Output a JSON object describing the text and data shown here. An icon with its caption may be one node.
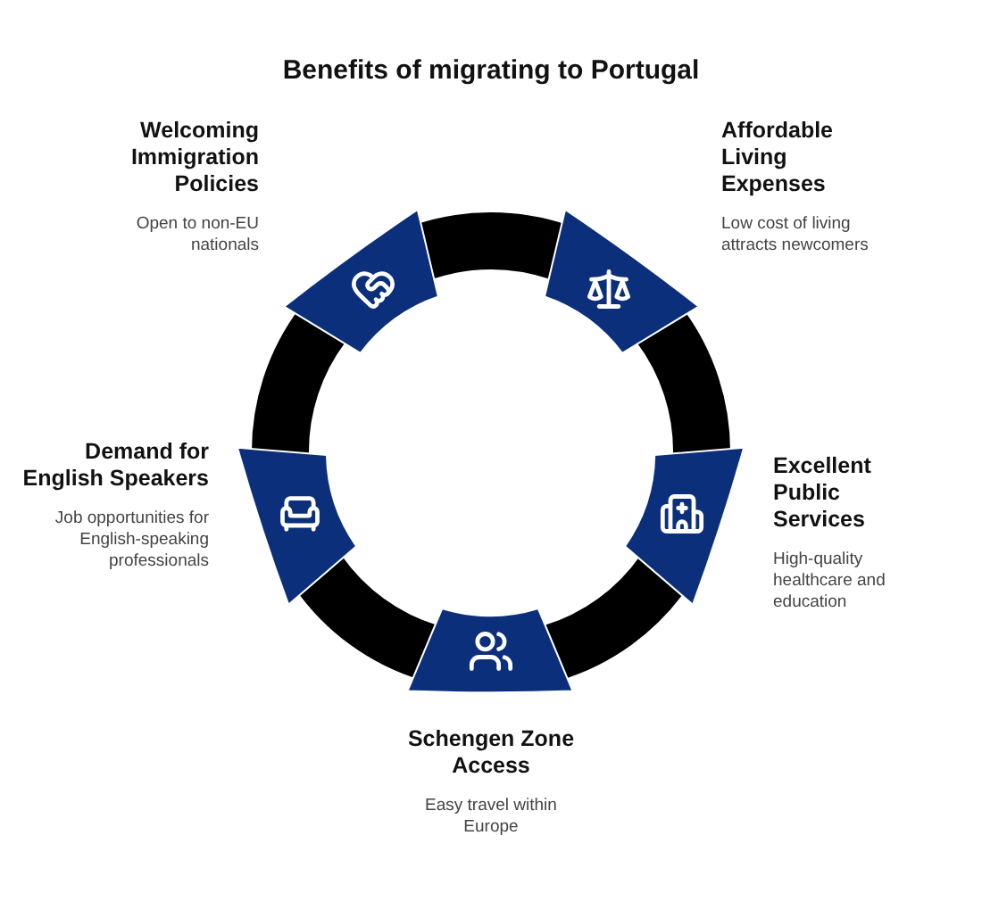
{
  "diagram": {
    "title": "Benefits of migrating to Portugal",
    "nodes": [
      {
        "text": [
          "Welcoming Immigration Policies",
          "Open to non-EU nationals"
        ]
      },
      {
        "text": [
          "Affordable Living Expenses",
          "Low cost of living attracts newcomers"
        ]
      },
      {
        "text": [
          "Excellent Public Services",
          "High-quality healthcare and education"
        ]
      },
      {
        "text": [
          "Demand for English Speakers",
          "Job opportunities for English-speaking professionals"
        ]
      },
      {
        "text": [
          "Schengen Zone Access",
          "Easy travel within Europe"
        ]
      },
      {
        "text": [],
        "shape": "box"
      },
      {
        "text": [],
        "shape": "box"
      },
      {
        "text": [],
        "shape": "box"
      },
      {
        "text": [],
        "shape": "box"
      },
      {
        "text": [],
        "shape": "box"
      }
    ],
    "edges": [
      {
        "from": 5,
        "to": 6,
        "arrow": "none"
      },
      {
        "from": 6,
        "to": 7,
        "arrow": "none"
      },
      {
        "from": 7,
        "to": 9,
        "arrow": "none"
      },
      {
        "from": 9,
        "to": 8,
        "arrow": "none"
      },
      {
        "from": 8,
        "to": 5,
        "arrow": "none"
      }
    ]
  }
}
